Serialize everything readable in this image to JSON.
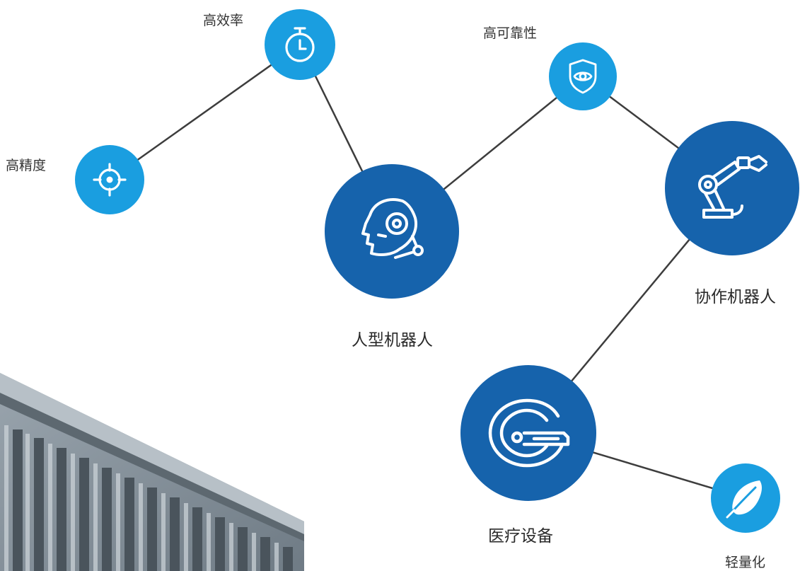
{
  "features": {
    "efficiency": "高效率",
    "precision": "高精度",
    "reliability": "高可靠性",
    "lightweight": "轻量化"
  },
  "applications": {
    "humanoid": "人型机器人",
    "cobot": "协作机器人",
    "medical": "医疗设备"
  },
  "icons": {
    "efficiency": "stopwatch-icon",
    "precision": "crosshair-icon",
    "reliability": "shield-eye-icon",
    "humanoid": "robot-head-icon",
    "cobot": "robot-arm-icon",
    "medical": "medical-scanner-icon",
    "lightweight": "feather-icon"
  },
  "colors": {
    "feature_node": "#1a9ee0",
    "application_node": "#1663ac",
    "connector": "#3d3d3d",
    "background": "#ffffff"
  }
}
